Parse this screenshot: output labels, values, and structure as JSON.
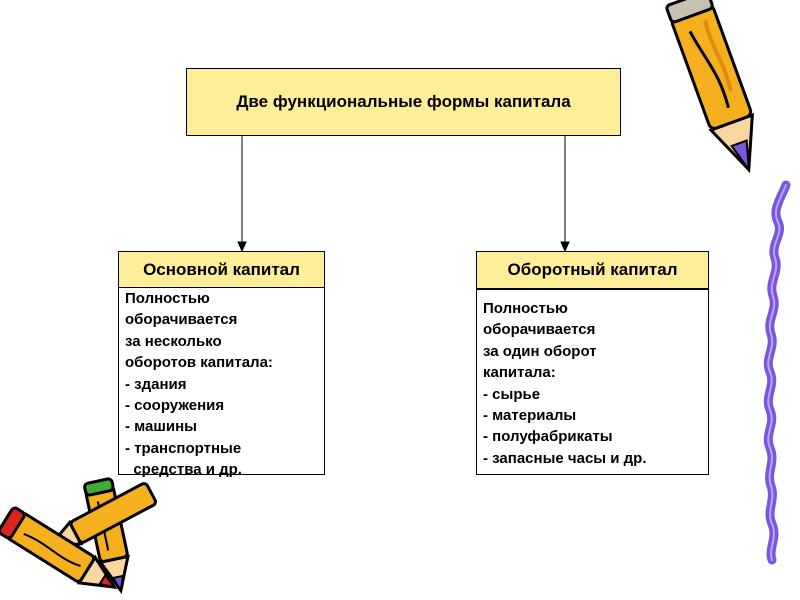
{
  "title": "Две функциональные формы капитала",
  "left": {
    "heading": "Основной капитал",
    "lines": [
      "Полностью",
      "оборачивается",
      "за несколько",
      "оборотов капитала:",
      "- здания",
      "- сооружения",
      "- машины",
      "- транспортные",
      "  средства и др."
    ]
  },
  "right": {
    "heading": "Оборотный капитал",
    "lines": [
      "Полностью",
      "оборачивается",
      "за один оборот",
      "капитала:",
      "- сырье",
      "- материалы",
      "- полуфабрикаты",
      "- запасные часы и др."
    ]
  },
  "colors": {
    "box_fill": "#ffee99",
    "pencil_body": "#f5b020",
    "pencil_accent": "#7a55e0"
  },
  "icons": [
    "pencil-icon",
    "crossed-pencils-icon"
  ]
}
